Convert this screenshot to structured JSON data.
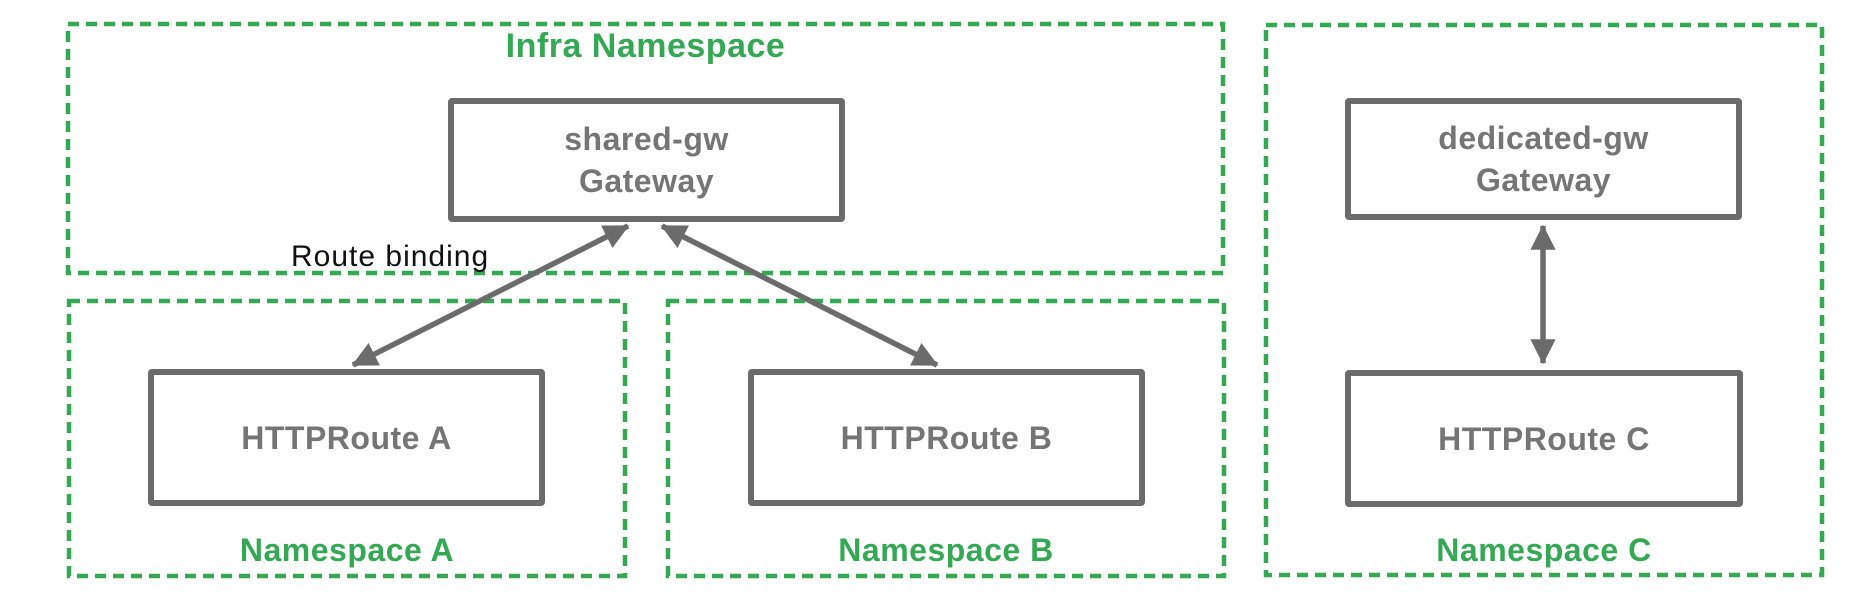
{
  "colors": {
    "namespace_green": "#34A853",
    "node_border_gray": "#6b6b6b",
    "node_text_gray": "#757575",
    "annotation_black": "#111111",
    "background": "#ffffff"
  },
  "infra_namespace": {
    "label": "Infra Namespace",
    "gateway": {
      "name": "shared-gw",
      "kind": "Gateway"
    }
  },
  "namespace_a": {
    "label": "Namespace A",
    "route": {
      "name": "HTTPRoute A"
    }
  },
  "namespace_b": {
    "label": "Namespace B",
    "route": {
      "name": "HTTPRoute B"
    }
  },
  "namespace_c": {
    "label": "Namespace C",
    "gateway": {
      "name": "dedicated-gw",
      "kind": "Gateway"
    },
    "route": {
      "name": "HTTPRoute C"
    }
  },
  "annotations": {
    "route_binding": "Route binding"
  },
  "connections": [
    {
      "from": "HTTPRoute A",
      "to": "shared-gw Gateway",
      "label": "Route binding",
      "bidirectional": true
    },
    {
      "from": "HTTPRoute B",
      "to": "shared-gw Gateway",
      "label": "Route binding",
      "bidirectional": true
    },
    {
      "from": "HTTPRoute C",
      "to": "dedicated-gw Gateway",
      "bidirectional": true
    }
  ]
}
